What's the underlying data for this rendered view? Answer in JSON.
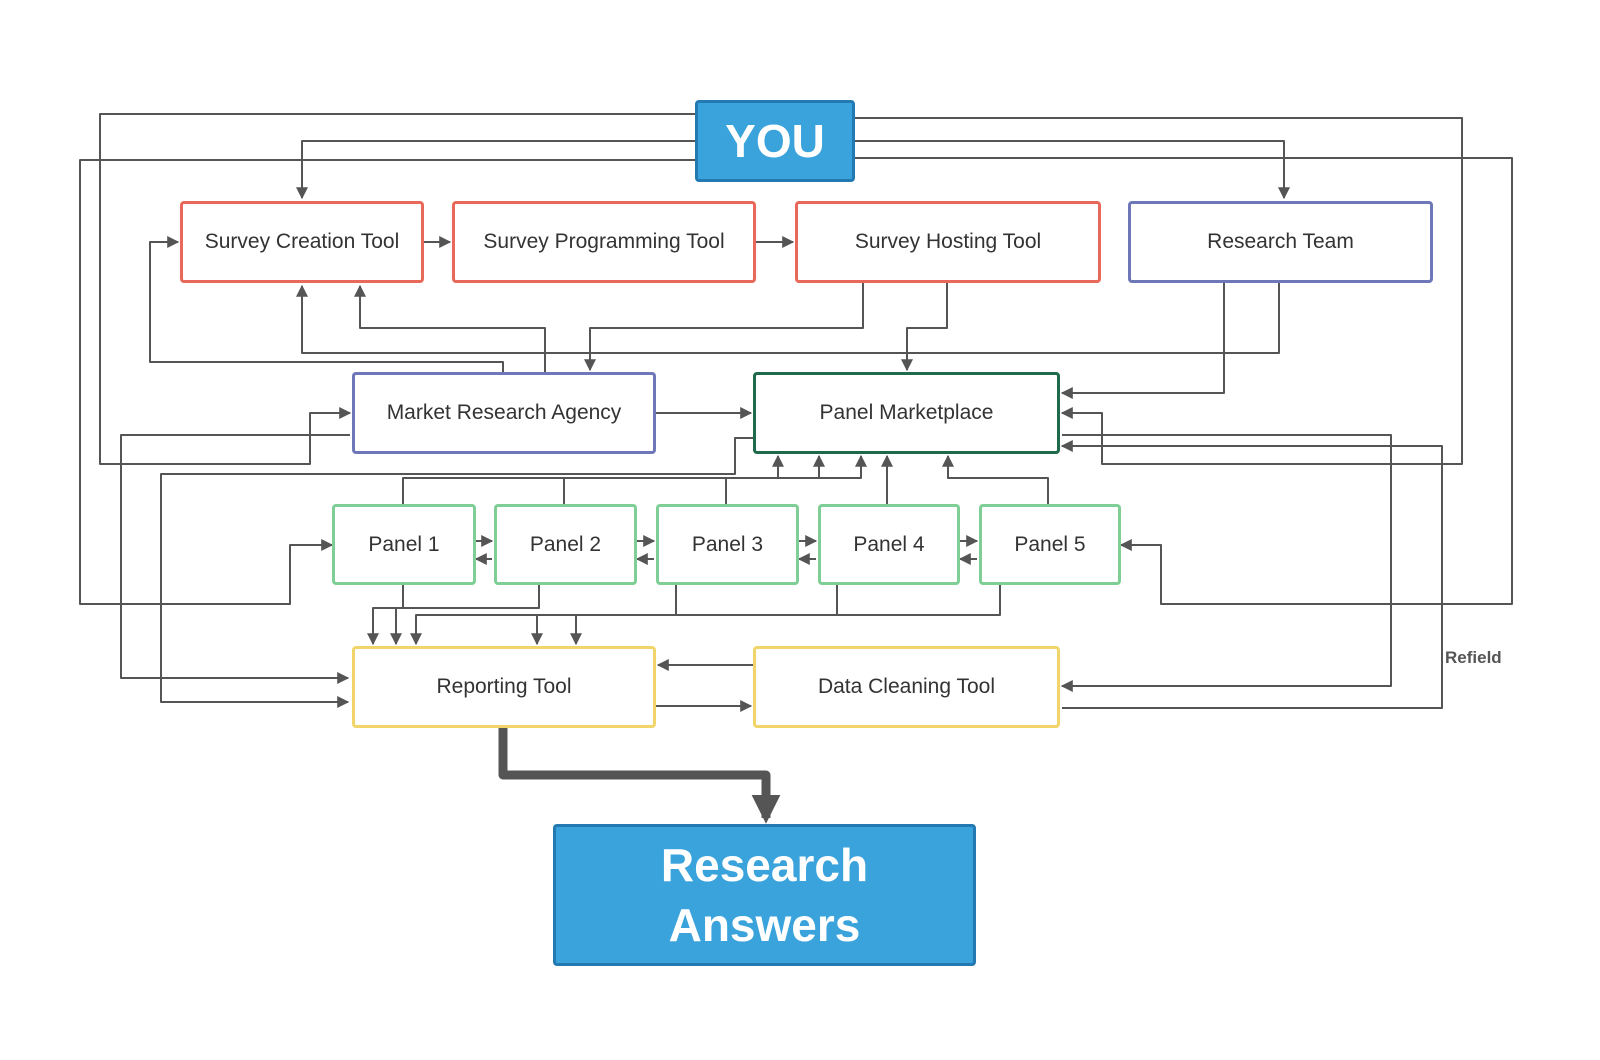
{
  "you": {
    "label": "YOU"
  },
  "nodes": {
    "survey_creation": "Survey Creation Tool",
    "survey_programming": "Survey Programming Tool",
    "survey_hosting": "Survey Hosting Tool",
    "research_team": "Research Team",
    "market_research_agency": "Market Research Agency",
    "panel_marketplace": "Panel Marketplace",
    "panels": [
      "Panel 1",
      "Panel 2",
      "Panel 3",
      "Panel 4",
      "Panel 5"
    ],
    "reporting_tool": "Reporting Tool",
    "data_cleaning_tool": "Data Cleaning Tool"
  },
  "annotation": "Refield",
  "result": {
    "line1": "Research",
    "line2": "Answers"
  },
  "colors": {
    "you_fill": "#3aa3dc",
    "survey_tools_border": "#e8695a",
    "agency_team_border": "#6e78b8",
    "marketplace_border": "#1d6b4a",
    "panel_border": "#7fce96",
    "reporting_border": "#f2d56a",
    "connector": "#555555"
  }
}
